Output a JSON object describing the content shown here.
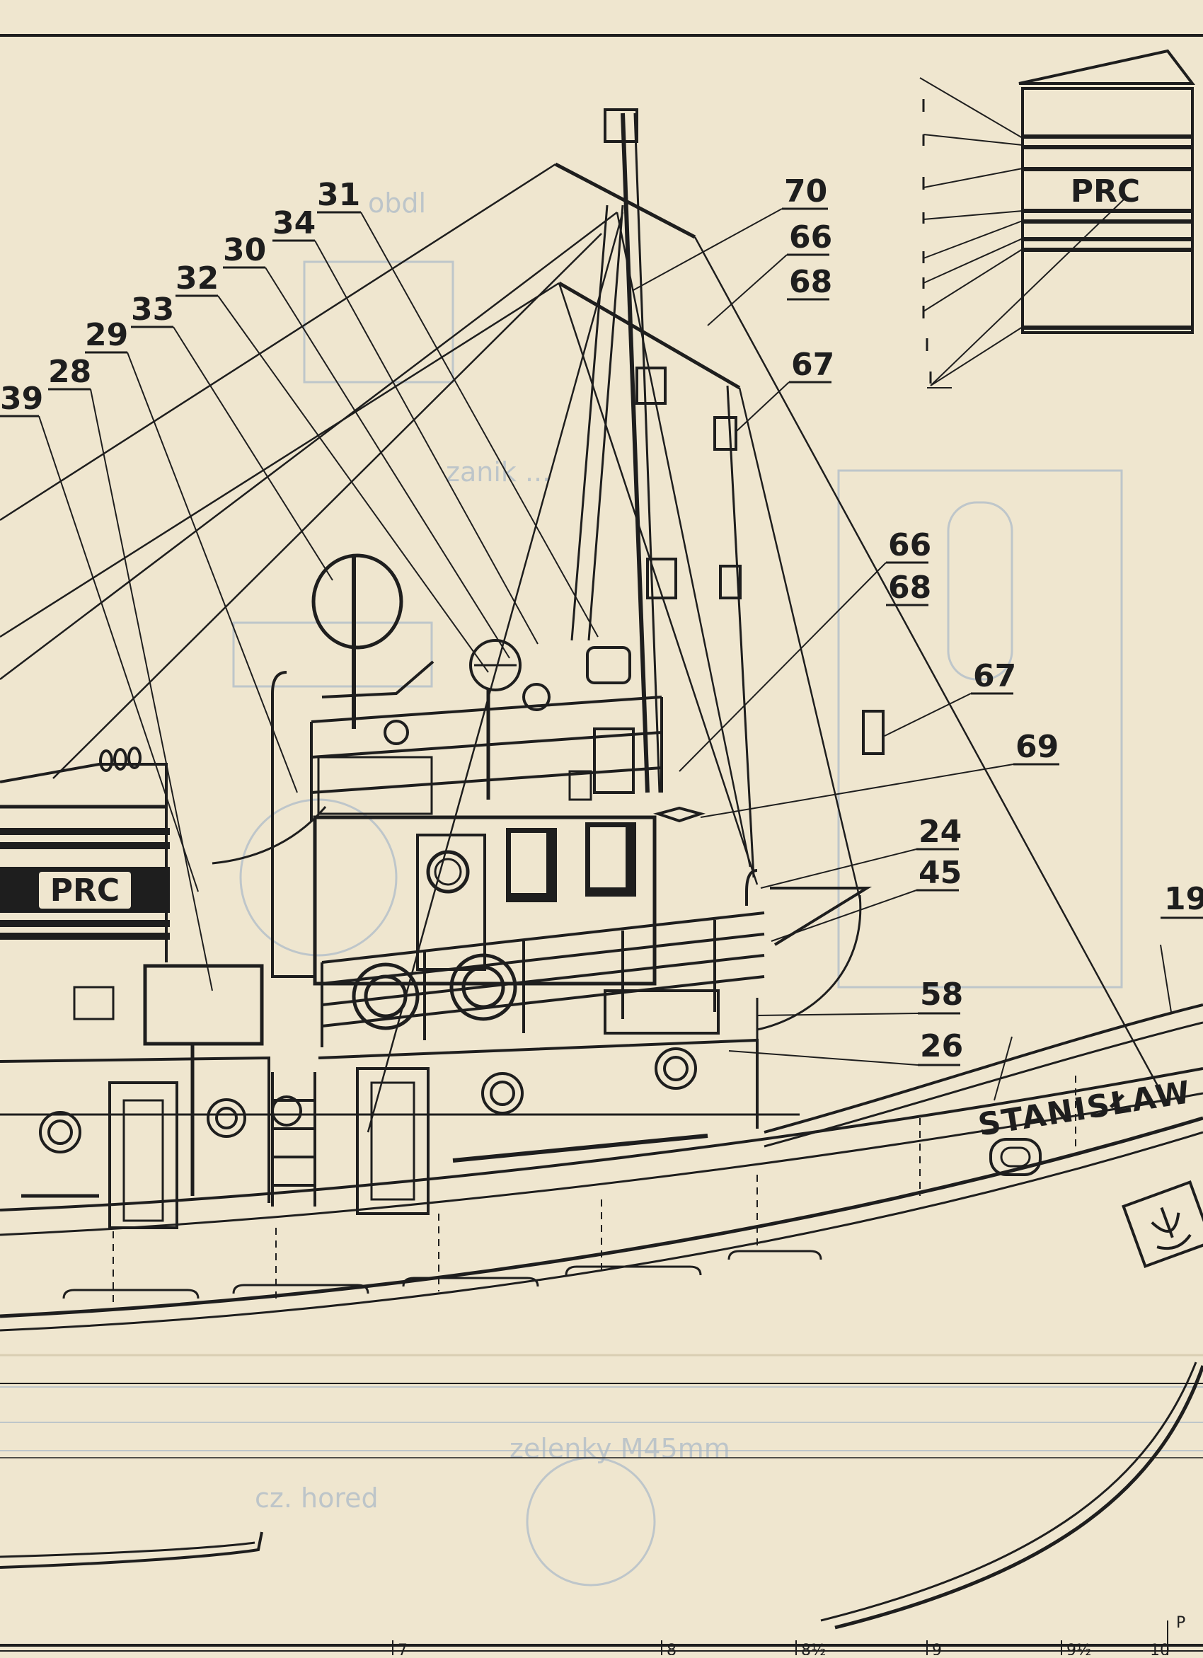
{
  "drawing": {
    "vessel_name": "STANISŁAW",
    "funnel_mark": "PRC",
    "detail_mark": "PRC",
    "callouts": [
      "31",
      "34",
      "30",
      "32",
      "33",
      "29",
      "28",
      "39",
      "70",
      "66",
      "68",
      "67",
      "66",
      "68",
      "67",
      "69",
      "24",
      "45",
      "58",
      "26",
      "19"
    ],
    "stations": [
      "7",
      "8",
      "8½",
      "9",
      "9½",
      "10"
    ],
    "perpendicular_mark": "P"
  },
  "colors": {
    "paper": "#efe6cf",
    "ink": "#1e1e1e",
    "ghost": "#a9b8c7"
  }
}
